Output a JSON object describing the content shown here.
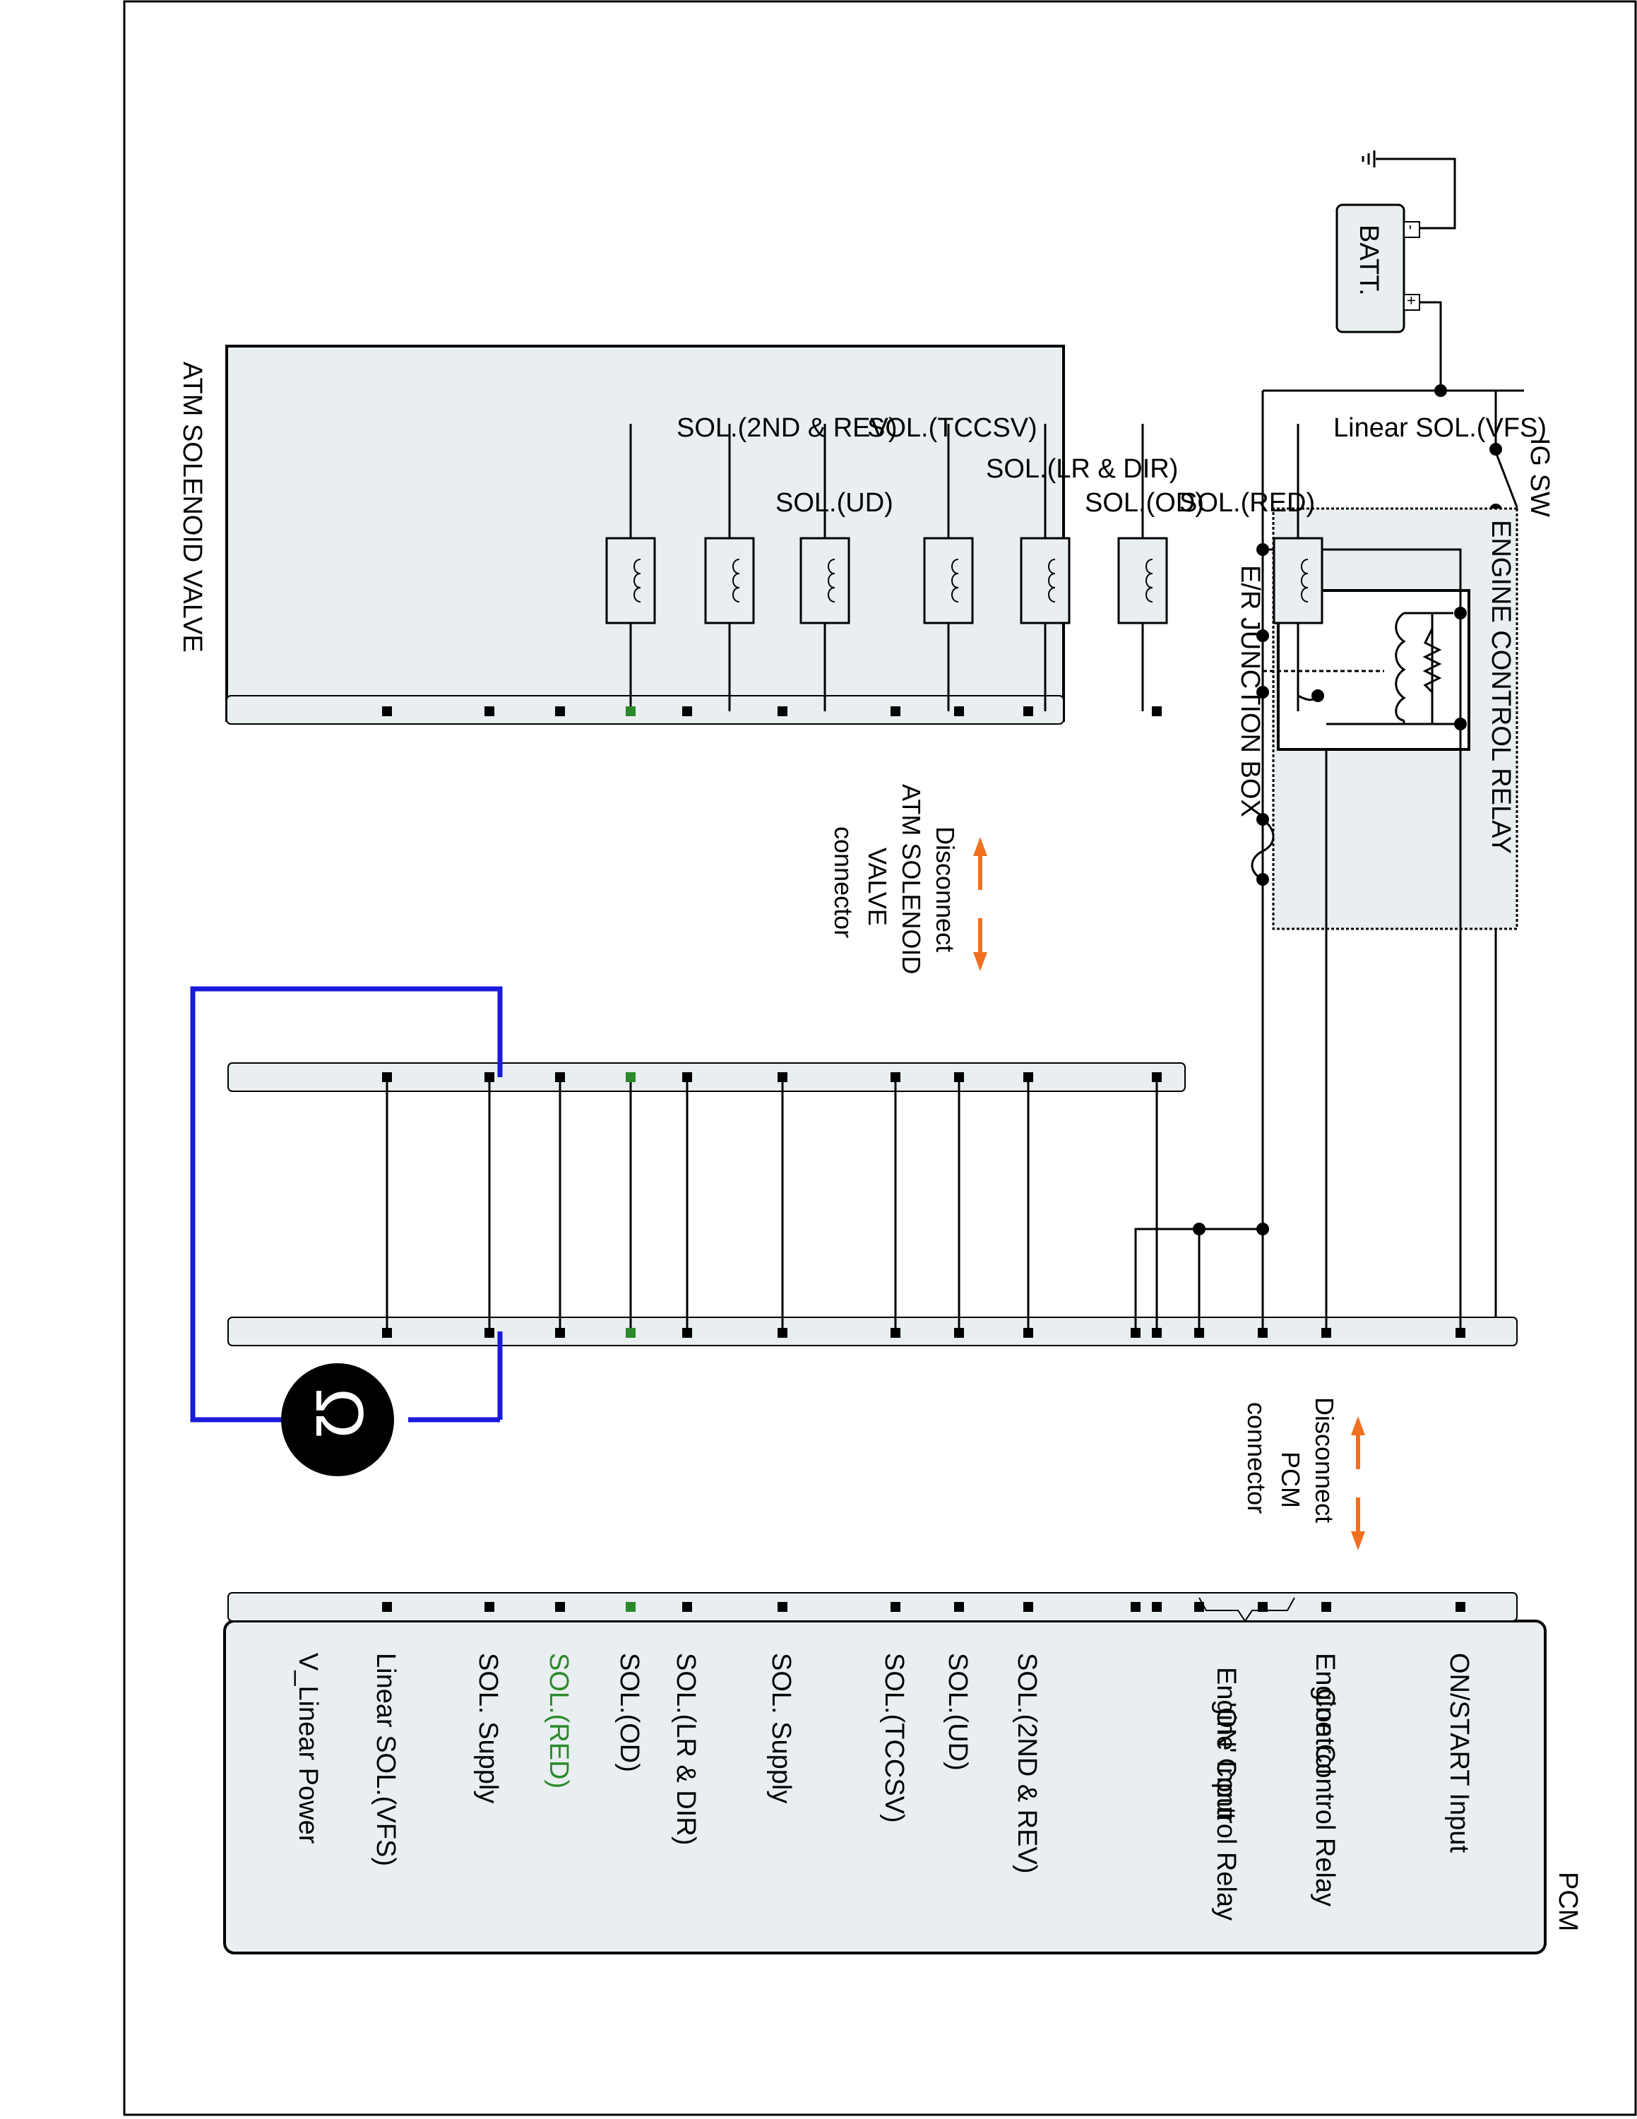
{
  "battery": {
    "label": "BATT.",
    "minus": "-",
    "plus": "+"
  },
  "ig_switch": {
    "label": "IG SW"
  },
  "relay": {
    "label": "ENGINE CONTROL RELAY"
  },
  "junction_box": {
    "label": "E/R JUNCTION BOX"
  },
  "solenoid_valve": {
    "title": "ATM SOLENOID VALVE",
    "coils": [
      "SOL.(2ND & REV)",
      "SOL.(UD)",
      "SOL.(TCCSV)",
      "SOL.(LR & DIR)",
      "SOL.(OD)",
      "SOL.(RED)",
      "Linear SOL.(VFS)"
    ]
  },
  "disconnect_valve": {
    "line1": "Disconnect",
    "line2": "ATM SOLENOID",
    "line3": "VALVE",
    "line4": "connector"
  },
  "disconnect_pcm": {
    "line1": "Disconnect",
    "line2": "PCM",
    "line3": "connector"
  },
  "ohmmeter": {
    "symbol": "Ω"
  },
  "pcm": {
    "title": "PCM",
    "terminals": {
      "on_start": "ON/START Input",
      "ecr_control_1": "Engine Control Relay",
      "ecr_control_2": "Control",
      "ecr_on_1": "Engine Control Relay",
      "ecr_on_2": "'ON' Input",
      "sol_2nd_rev": "SOL.(2ND & REV)",
      "sol_ud": "SOL.(UD)",
      "sol_tccsv": "SOL.(TCCSV)",
      "sol_supply_1": "SOL. Supply",
      "sol_lr_dir": "SOL.(LR & DIR)",
      "sol_od": "SOL.(OD)",
      "sol_red": "SOL.(RED)",
      "sol_supply_2": "SOL. Supply",
      "linear_sol": "Linear SOL.(VFS)",
      "v_linear": "V_Linear Power"
    }
  },
  "colors": {
    "highlight_green": "#2a8a2a",
    "meter_lead_blue": "#1a1adb",
    "arrow_orange": "#f07020",
    "box_fill": "#e9eef0"
  }
}
